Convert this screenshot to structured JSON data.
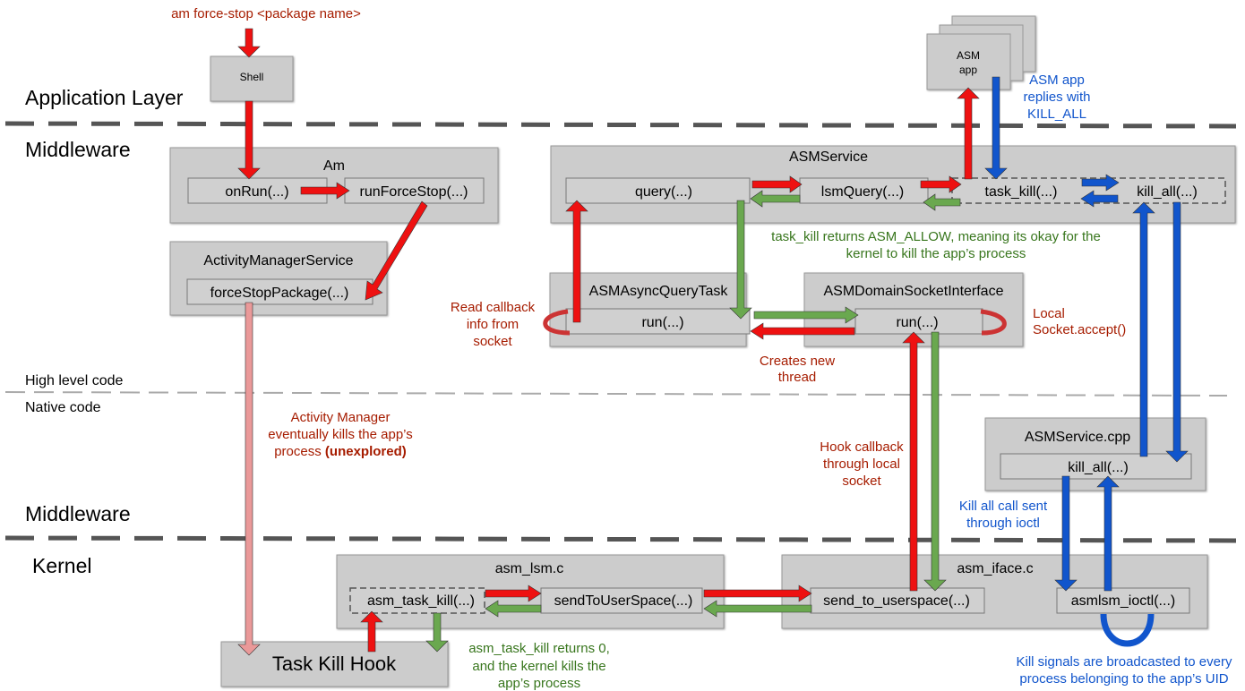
{
  "layers": {
    "application": "Application Layer",
    "middleware_top": "Middleware",
    "high_level": "High level code",
    "native": "Native code",
    "middleware_bottom": "Middleware",
    "kernel": "Kernel"
  },
  "command": "am force-stop <package name>",
  "shell": "Shell",
  "asm_app": [
    "ASM",
    "app"
  ],
  "am": {
    "title": "Am",
    "on_run": "onRun(...)",
    "run_force_stop": "runForceStop(...)"
  },
  "ams": {
    "title": "ActivityManagerService",
    "force_stop": "forceStopPackage(...)"
  },
  "asm_service": {
    "title": "ASMService",
    "query": "query(...)",
    "lsm_query": "lsmQuery(...)",
    "task_kill": "task_kill(...)",
    "kill_all": "kill_all(...)"
  },
  "async_task": {
    "title": "ASMAsyncQueryTask",
    "run": "run(...)"
  },
  "socket_iface": {
    "title": "ASMDomainSocketInterface",
    "run": "run(...)"
  },
  "asm_cpp": {
    "title": "ASMService.cpp",
    "kill_all": "kill_all(...)"
  },
  "asm_lsm": {
    "title": "asm_lsm.c",
    "task_kill": "asm_task_kill(...)",
    "send": "sendToUserSpace(...)"
  },
  "asm_iface": {
    "title": "asm_iface.c",
    "send": "send_to_userspace(...)",
    "ioctl": "asmlsm_ioctl(...)"
  },
  "hook": "Task Kill Hook",
  "notes": {
    "asm_replies": [
      "ASM app",
      "replies with",
      "KILL_ALL"
    ],
    "task_kill_returns": [
      "task_kill returns ASM_ALLOW, meaning its okay for the",
      "kernel to kill the app’s process"
    ],
    "read_callback": [
      "Read callback",
      "info from",
      "socket"
    ],
    "local_socket": [
      "Local",
      "Socket.accept()"
    ],
    "creates_thread": [
      "Creates new",
      "thread"
    ],
    "am_kills": [
      "Activity Manager",
      "eventually kills the app’s"
    ],
    "am_kills_last": "process ",
    "unexplored": "(unexplored)",
    "hook_callback": [
      "Hook callback",
      "through local",
      "socket"
    ],
    "kill_all_ioctl": [
      "Kill all call sent",
      "through ioctl"
    ],
    "asm_task_kill_returns": [
      "asm_task_kill returns 0,",
      "and the kernel kills the",
      "app’s process"
    ],
    "kill_signals": [
      "Kill signals are broadcasted to every",
      "process belonging to the app’s UID"
    ]
  },
  "colors": {
    "red": "#ee1111",
    "green": "#6aa84f",
    "blue": "#1155cc",
    "pink": "#ea9999",
    "box": "#cccccc",
    "note_red": "#a61c00",
    "note_green": "#38761d",
    "note_blue": "#1155cc"
  }
}
